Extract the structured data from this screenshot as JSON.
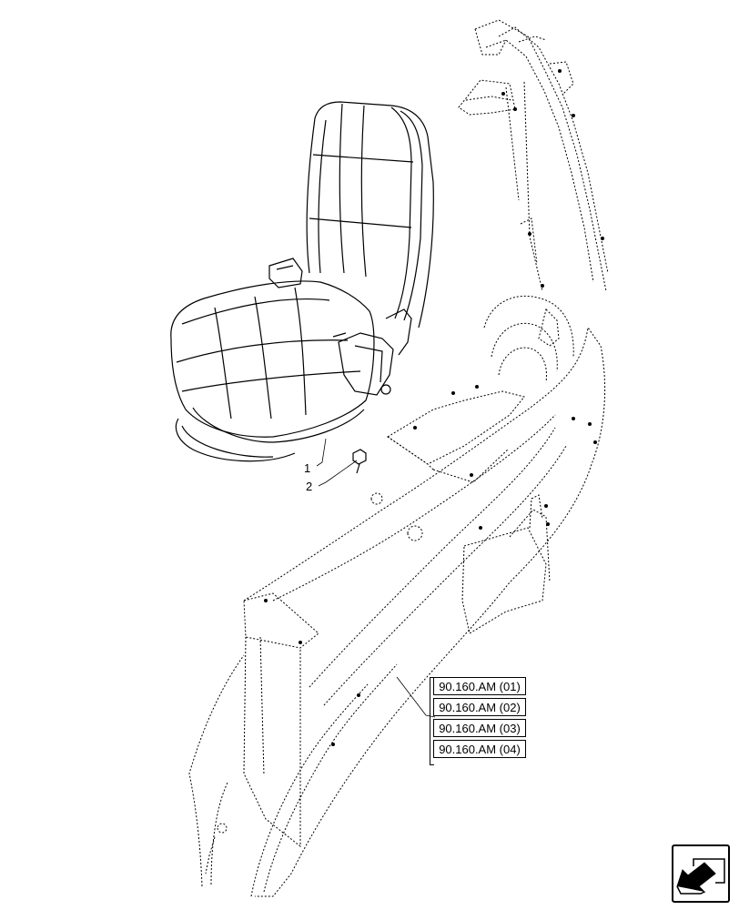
{
  "callouts": {
    "item_1": "1",
    "item_2": "2"
  },
  "references": [
    {
      "label": "90.160.AM (01)"
    },
    {
      "label": "90.160.AM (02)"
    },
    {
      "label": "90.160.AM (03)"
    },
    {
      "label": "90.160.AM (04)"
    }
  ],
  "nav": {
    "icon": "previous-page-arrow-icon"
  },
  "colors": {
    "line": "#000000",
    "background": "#ffffff"
  }
}
